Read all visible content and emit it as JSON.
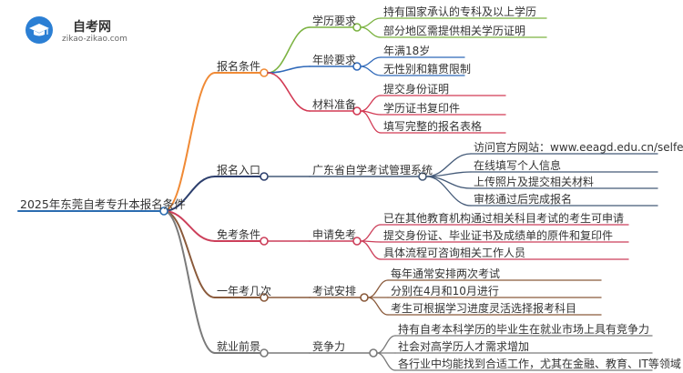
{
  "logo": {
    "title": "自考网",
    "subtitle": "zikao-zikao.com"
  },
  "root": "2025年东莞自考专升本报名条件",
  "branches": [
    {
      "label": "报名条件",
      "color": "#f08a35",
      "subs": [
        {
          "label": "学历要求",
          "color": "#7cb342",
          "leaves": [
            "持有国家承认的专科及以上学历",
            "部分地区需提供相关学历证明"
          ]
        },
        {
          "label": "年龄要求",
          "color": "#2f69b9",
          "leaves": [
            "年满18岁",
            "无性别和籍贯限制"
          ]
        },
        {
          "label": "材料准备",
          "color": "#d23a54",
          "leaves": [
            "提交身份证明",
            "学历证书复印件",
            "填写完整的报名表格"
          ]
        }
      ]
    },
    {
      "label": "报名入口",
      "color": "#2d3f6d",
      "subs": [
        {
          "label": "广东省自学考试管理系统",
          "color": "#445a78",
          "leaves": [
            "访问官方网站：www.eeagd.edu.cn/selfec/",
            "在线填写个人信息",
            "上传照片及提交相关材料",
            "审核通过后完成报名"
          ]
        }
      ]
    },
    {
      "label": "免考条件",
      "color": "#cc3f5a",
      "subs": [
        {
          "label": "申请免考",
          "color": "#cc3f5a",
          "leaves": [
            "已在其他教育机构通过相关科目考试的考生可申请",
            "提交身份证、毕业证书及成绩单的原件和复印件",
            "具体流程可咨询相关工作人员"
          ]
        }
      ]
    },
    {
      "label": "一年考几次",
      "color": "#8a5a3b",
      "subs": [
        {
          "label": "考试安排",
          "color": "#8a5a3b",
          "leaves": [
            "每年通常安排两次考试",
            "分别在4月和10月进行",
            "考生可根据学习进度灵活选择报考科目"
          ]
        }
      ]
    },
    {
      "label": "就业前景",
      "color": "#7a7a7a",
      "subs": [
        {
          "label": "竞争力",
          "color": "#7a7a7a",
          "leaves": [
            "持有自考本科学历的毕业生在就业市场上具有竞争力",
            "社会对高学历人才需求增加",
            "各行业中均能找到合适工作，尤其在金融、教育、IT等领域"
          ]
        }
      ]
    }
  ]
}
